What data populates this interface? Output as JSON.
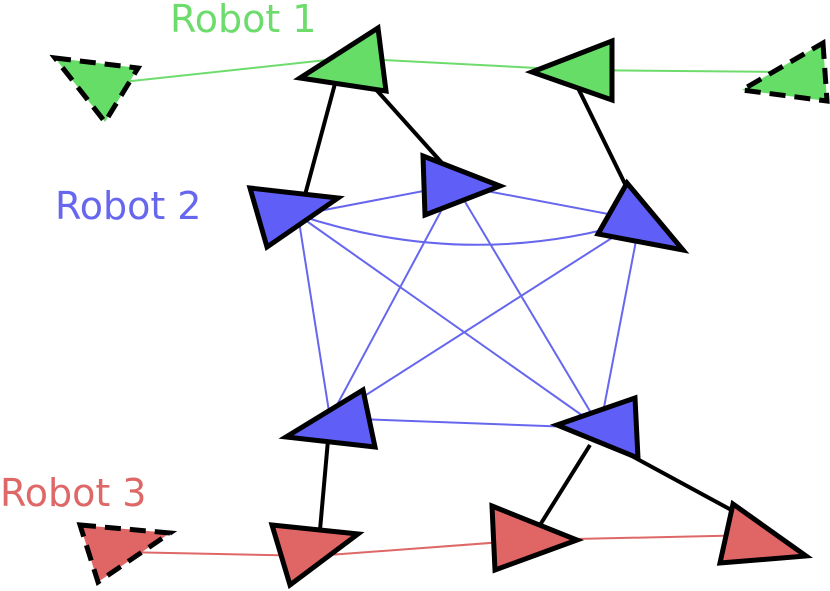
{
  "labels": {
    "robot1": "Robot 1",
    "robot2": "Robot 2",
    "robot3": "Robot 3"
  },
  "colors": {
    "robot1": "#6ddc6d",
    "robot1_fill": "#66dd66",
    "robot2": "#6666ee",
    "robot2_fill": "#5f5ff7",
    "robot3": "#de6767",
    "robot3_fill": "#e06565",
    "outline": "#000000",
    "black_edge": "#000000"
  }
}
